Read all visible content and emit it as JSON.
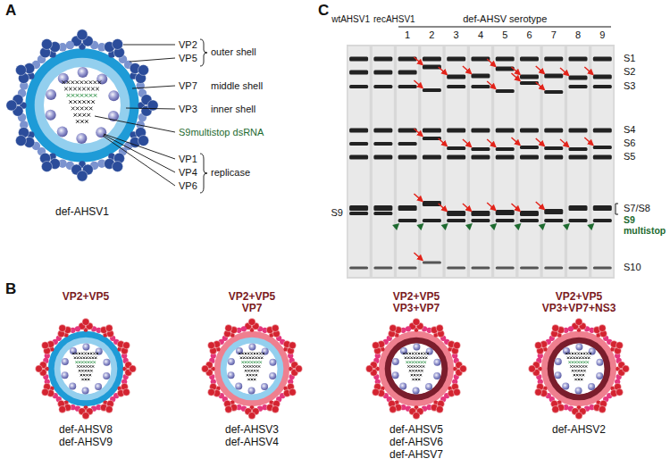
{
  "diagram": {
    "nodes": [
      {
        "text": [
          "def-AHSV1"
        ]
      },
      {
        "text": [
          "VP2+VP5",
          "def-AHSV8 def-AHSV9"
        ]
      },
      {
        "text": [
          "VP2+VP5 VP7",
          "def-AHSV3 def-AHSV4"
        ]
      },
      {
        "text": [
          "VP2+VP5 VP3+VP7",
          "def-AHSV5 def-AHSV6 def-AHSV7"
        ]
      },
      {
        "text": [
          "VP2+VP5 VP3+VP7+NS3",
          "def-AHSV2"
        ]
      }
    ],
    "labels": [
      "A",
      "VP2",
      "VP5",
      "outer shell",
      "VP7",
      "middle shell",
      "VP3",
      "inner shell",
      "S9multistop dsRNA",
      "VP1",
      "VP4",
      "VP6",
      "replicase",
      "B",
      "C",
      "wtAHSV1",
      "recAHSV1",
      "def-AHSV serotype",
      "1",
      "2",
      "3",
      "4",
      "5",
      "6",
      "7",
      "8",
      "9",
      "S1",
      "S2",
      "S3",
      "S4",
      "S6",
      "S5",
      "S7/S8",
      "S9 multistop",
      "S10",
      "S9"
    ]
  }
}
